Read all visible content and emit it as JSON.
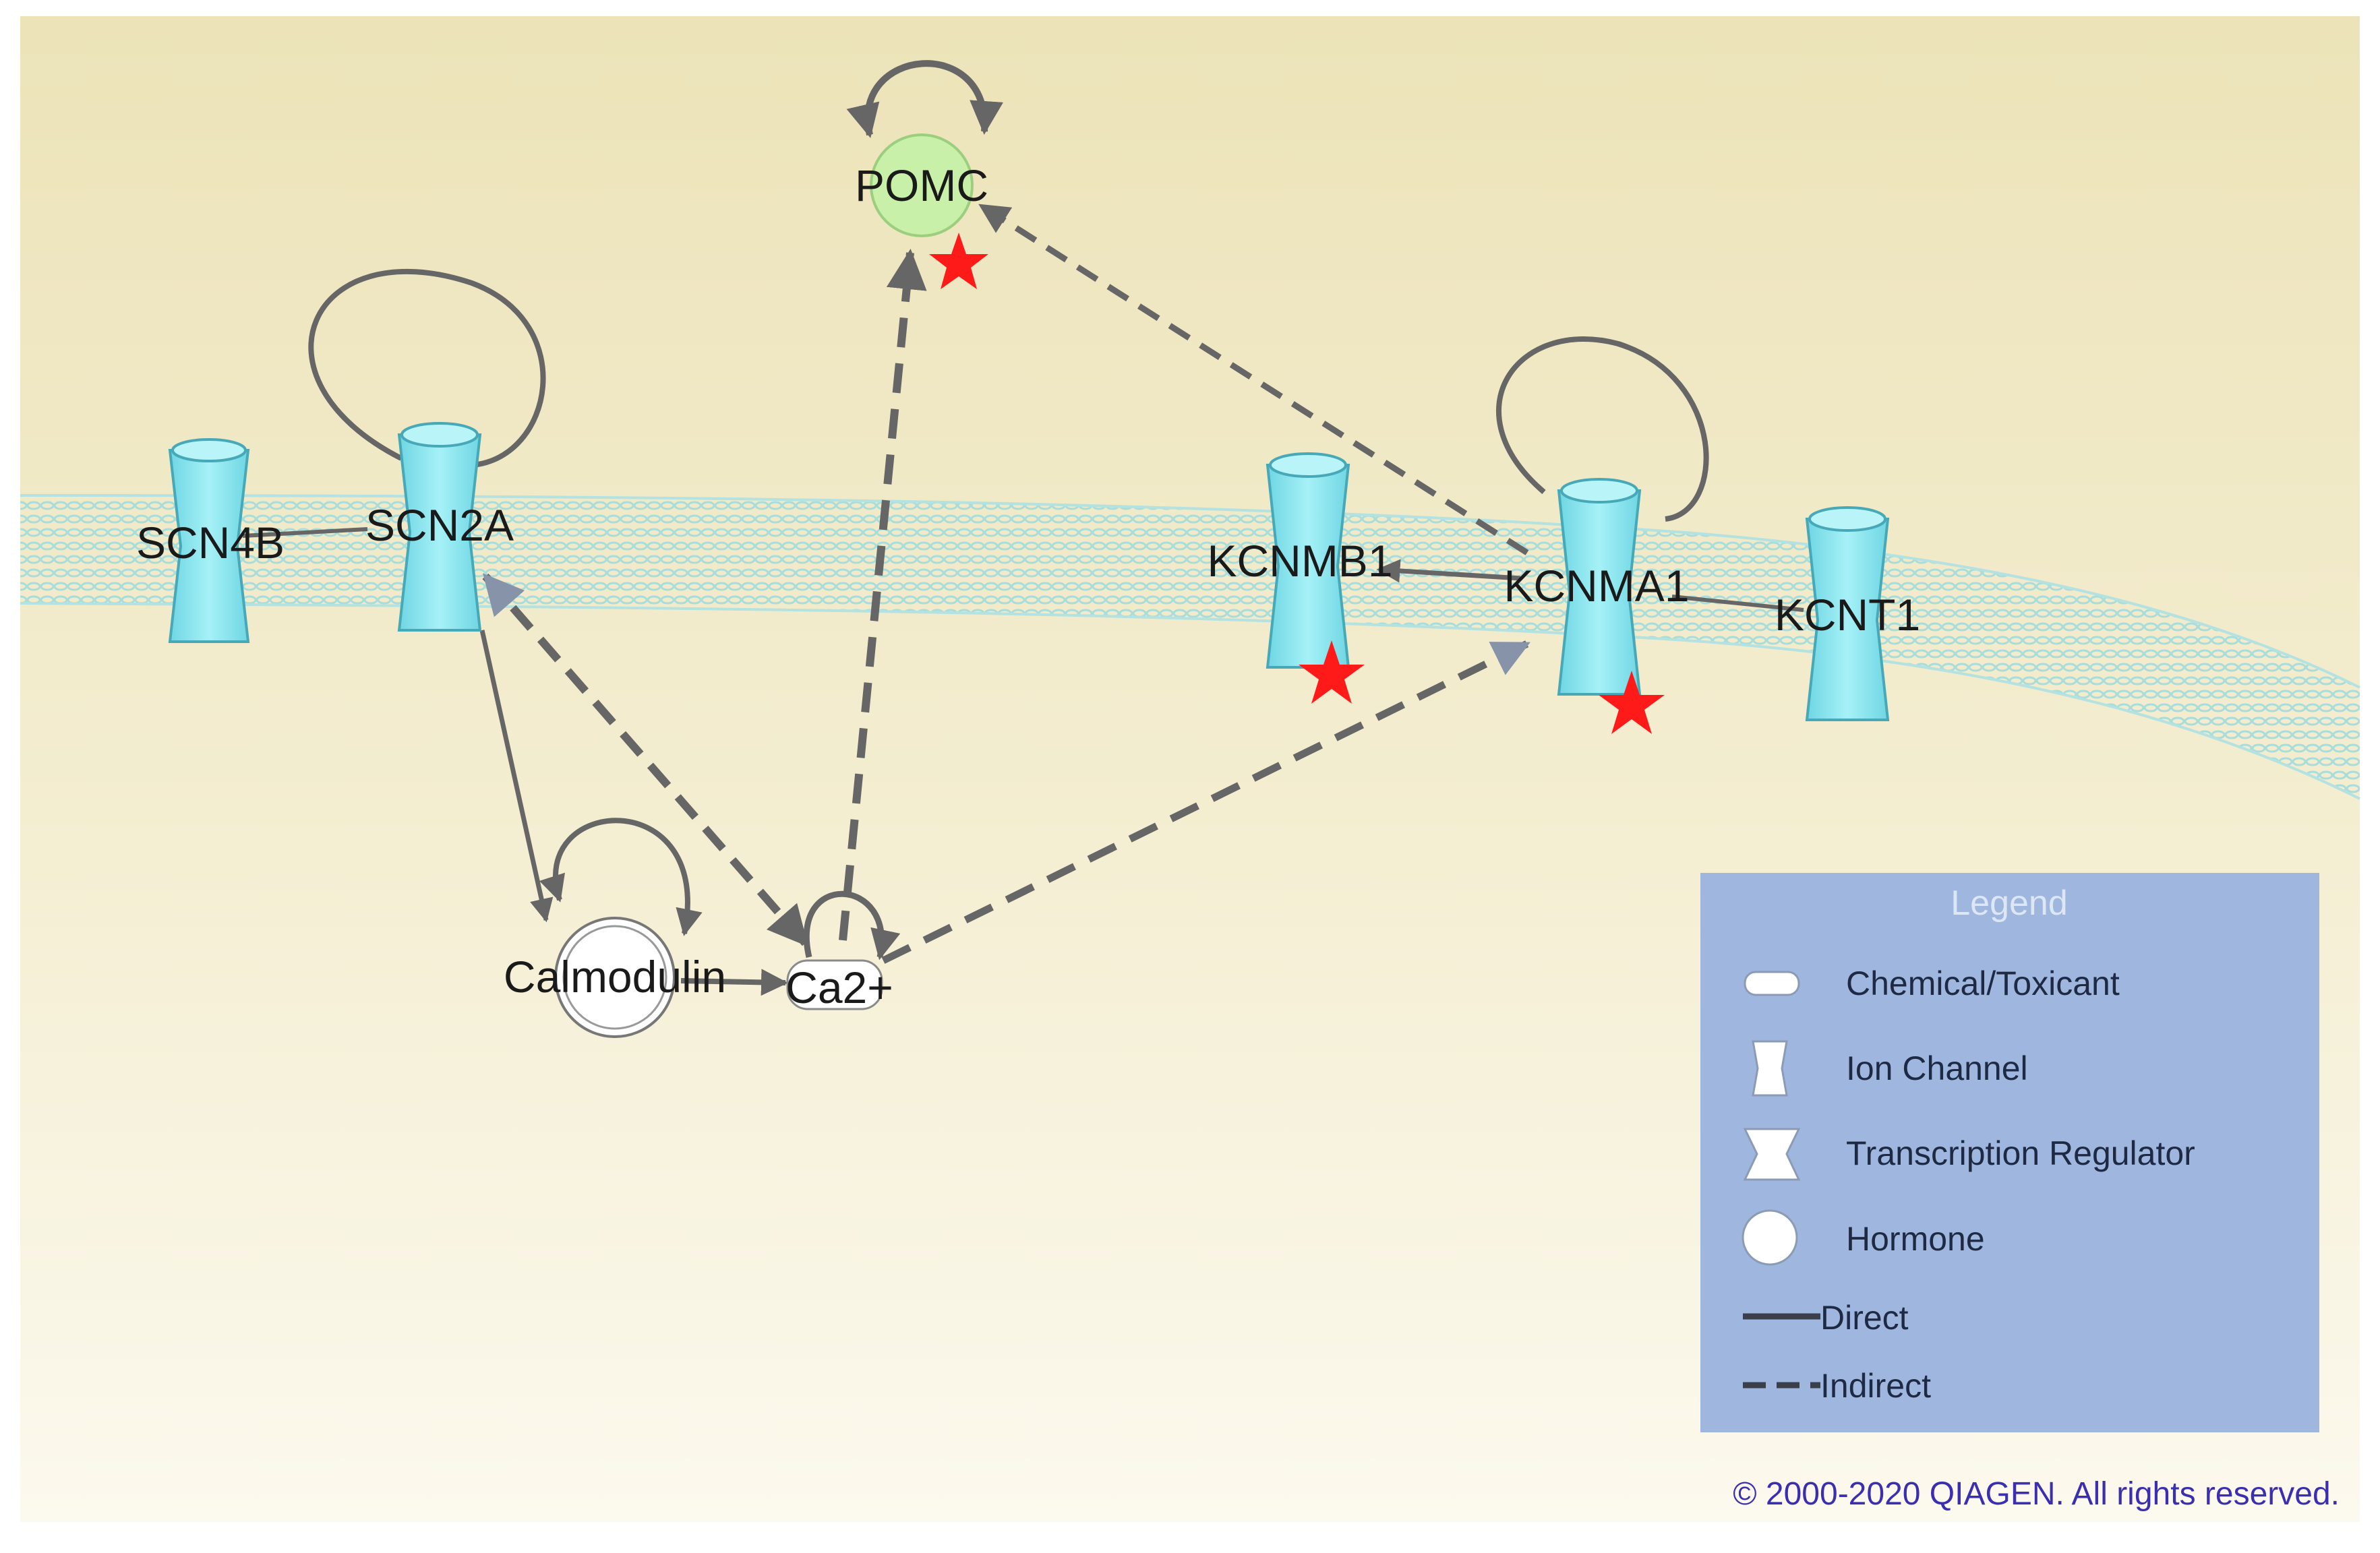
{
  "nodes": {
    "pomc": "POMC",
    "scn4b": "SCN4B",
    "scn2a": "SCN2A",
    "kcnmb1": "KCNMB1",
    "kcnma1": "KCNMA1",
    "kcnt1": "KCNT1",
    "calmodulin": "Calmodulin",
    "ca2": "Ca2+"
  },
  "legend": {
    "title": "Legend",
    "items": [
      {
        "label": "Chemical/Toxicant",
        "icon": "chemical-toxicant-icon"
      },
      {
        "label": "Ion Channel",
        "icon": "ion-channel-icon"
      },
      {
        "label": "Transcription Regulator",
        "icon": "transcription-regulator-icon"
      },
      {
        "label": "Hormone",
        "icon": "hormone-icon"
      },
      {
        "label": "Direct",
        "icon": "direct-line-icon"
      },
      {
        "label": "Indirect",
        "icon": "indirect-line-icon"
      }
    ]
  },
  "copyright": "© 2000-2020 QIAGEN. All rights reserved.",
  "colors": {
    "background_top": "#eee6bf",
    "background_bottom": "#fbf7e8",
    "membrane": "#a8dedd",
    "ion_channel": "#8fe6ee",
    "hormone": "#c8f0a8",
    "edge": "#666666",
    "star": "#ff1a1a",
    "legend_bg": "#9fb7de"
  }
}
